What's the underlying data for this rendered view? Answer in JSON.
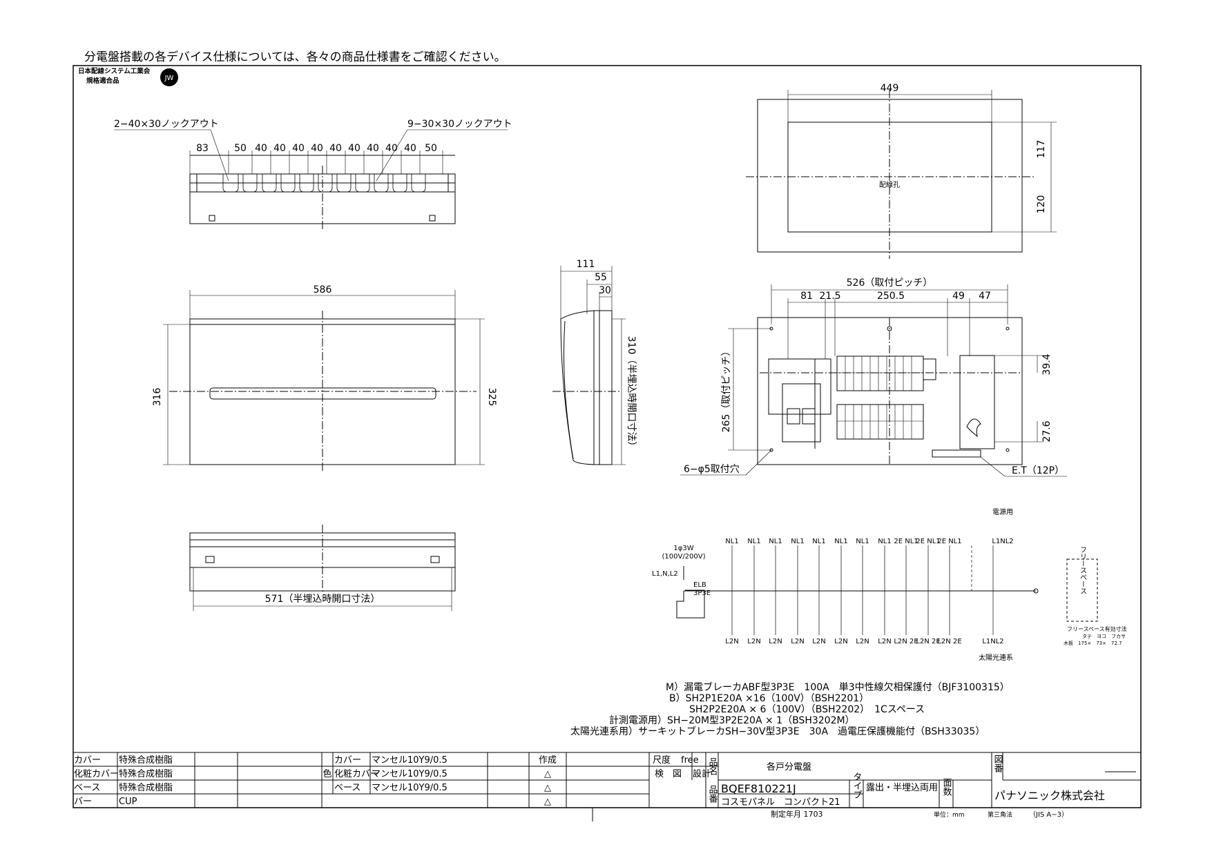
{
  "header_note": "分電盤搭載の各デバイス仕様については、各々の商品仕様書をご確認ください。",
  "association": {
    "line1": "日本配線システム工業会",
    "line2": "規格適合品",
    "mark": "JW"
  },
  "top_view": {
    "knockout_left": "2−40×30ノックアウト",
    "knockout_right": "9−30×30ノックアウト",
    "dims": [
      "83",
      "50",
      "40",
      "40",
      "40",
      "40",
      "40",
      "40",
      "40",
      "40",
      "40",
      "50"
    ]
  },
  "front_view": {
    "width": "586",
    "height_left": "316",
    "height_right": "325"
  },
  "side_view": {
    "depth_total": "111",
    "depth_mid": "55",
    "depth_small": "30",
    "opening": "310（半埋込時開口寸法）"
  },
  "bottom_view": {
    "opening": "571（半埋込時開口寸法）"
  },
  "rear_view": {
    "width": "449",
    "h_upper": "117",
    "h_lower": "120",
    "hole_label": "配線孔"
  },
  "interior_view": {
    "pitch": "526（取付ピッチ）",
    "d81": "81",
    "d215": "21.5",
    "d2505": "250.5",
    "d49": "49",
    "d47": "47",
    "vpitch": "265（取付ピッチ）",
    "d394": "39.4",
    "d276": "27.6",
    "mount_holes": "6−φ5取付穴",
    "et": "E.T（12P）"
  },
  "schematic": {
    "power_label": "電源用",
    "supply": "1φ3W",
    "supply_v": "(100V/200V)",
    "main_lines": "L1,N,L2",
    "elb": "ELB",
    "elb_type": "3P3E",
    "top_labels": [
      "NL1",
      "NL1",
      "NL1",
      "NL1",
      "NL1",
      "NL1",
      "NL1",
      "NL1",
      "2E NL1",
      "2E NL1",
      "2E NL1",
      "",
      "L1NL2"
    ],
    "bottom_labels": [
      "L2N",
      "L2N",
      "L2N",
      "L2N",
      "L2N",
      "L2N",
      "L2N",
      "L2N",
      "L2N 2E",
      "L2N 2E",
      "L2N 2E",
      "L1NL2"
    ],
    "solar_label": "太陽光連系",
    "free_space": "フリースペース",
    "free_dims_title": "フリースペース有効寸法",
    "free_dims_head": "タテ　ヨコ　フカサ",
    "free_dims_row": "木板　175×　73×　72.7"
  },
  "specs": [
    "M）漏電ブレーカABF型3P3E　100A　単3中性線欠相保護付（BJF3100315）",
    "B）SH2P1E20A ×16（100V）（BSH2201）",
    "SH2P2E20A × 6（100V）（BSH2202）　1Cスペース",
    "計測電源用）SH−20M型3P2E20A × 1（BSH3202M）",
    "太陽光連系用）サーキットブレーカSH−30V型3P3E　30A　過電圧保護機能付（BSH33035）"
  ],
  "title_block": {
    "materials_left": [
      [
        "カバー",
        "特殊合成樹脂"
      ],
      [
        "化粧カバー",
        "特殊合成樹脂"
      ],
      [
        "ベース",
        "特殊合成樹脂"
      ],
      [
        "バー",
        "CUP"
      ]
    ],
    "color_label": "色",
    "materials_right": [
      [
        "カバー",
        "マンセル10Y9/0.5"
      ],
      [
        "化粧カバー",
        "マンセル10Y9/0.5"
      ],
      [
        "ベース",
        "マンセル10Y9/0.5"
      ]
    ],
    "created": "作成",
    "triangles": [
      "△",
      "△",
      "△"
    ],
    "scale_label": "尺度",
    "scale_value": "free",
    "inspect": "検　図",
    "design": "設計",
    "name_label": "品名",
    "product_name": "各戸分電盤",
    "number_label": "品番",
    "product_number": "BQEF810221J",
    "series": "コスモパネル　コンパクト21",
    "type_label": "タイプ",
    "type_value": "露出・半埋込両用",
    "face_label": "面数",
    "drawing_label": "図番",
    "company": "パナソニック株式会社",
    "established": "制定年月 1703",
    "unit": "単位：mm",
    "projection": "第三角法",
    "standard": "（JIS A−3）"
  }
}
